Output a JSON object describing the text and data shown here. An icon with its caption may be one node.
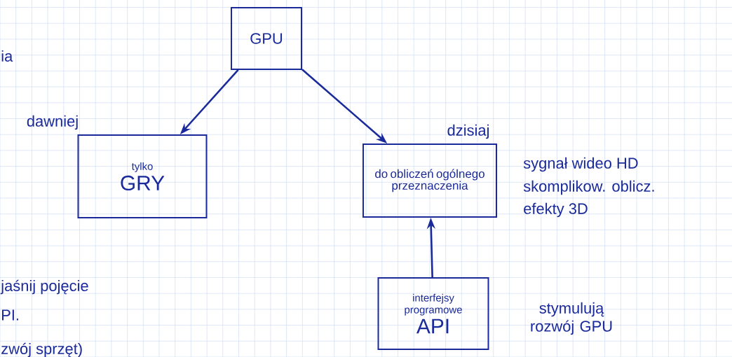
{
  "diagram": {
    "nodes": [
      {
        "text": [
          "GPU"
        ]
      },
      {
        "text": [
          "tylko",
          "GRY"
        ],
        "beside": [
          "dawniej"
        ]
      },
      {
        "text": [
          "do obliczeń ogólnego przeznaczenia"
        ],
        "beside": [
          "dzisiaj"
        ]
      },
      {
        "text": [
          "interfejsy programowe",
          "API"
        ]
      }
    ],
    "edges": [
      {
        "from": 0,
        "to": 1,
        "arrow": "to"
      },
      {
        "from": 0,
        "to": 2,
        "arrow": "to"
      },
      {
        "from": 3,
        "to": 2,
        "arrow": "to"
      }
    ],
    "labels": [
      "ia",
      "sygnał wideo HD",
      "skomplikow. oblicz.",
      "efekty 3D",
      "jaśnij pojęcie",
      "PI.",
      "stymulują rozwój GPU",
      "zwój sprzęt)"
    ]
  }
}
